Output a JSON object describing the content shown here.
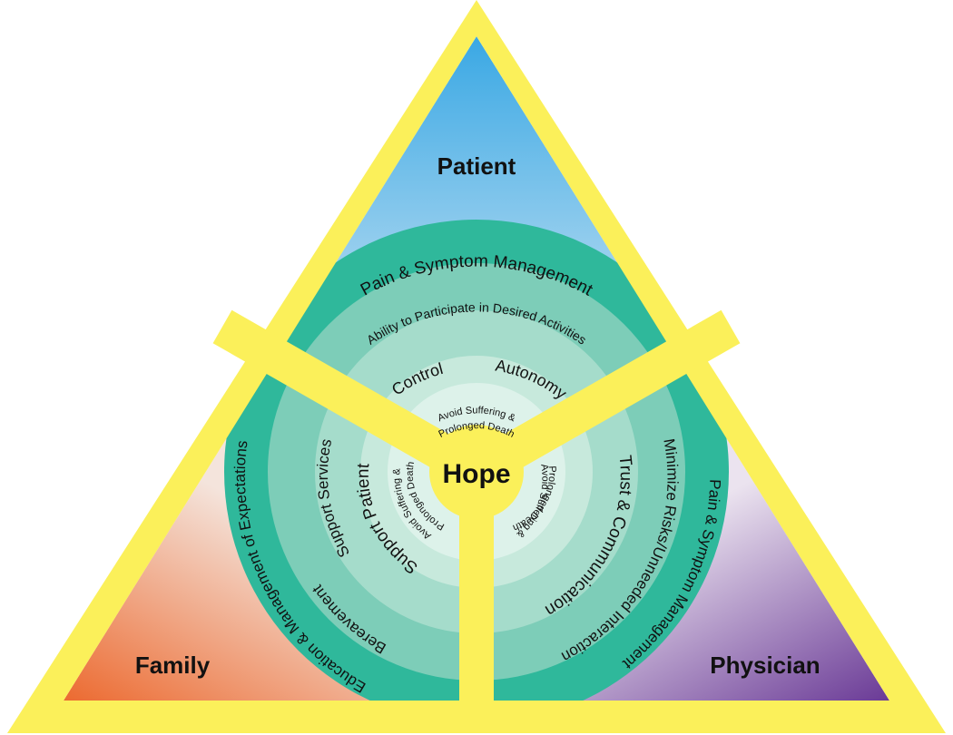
{
  "corners": {
    "top": "Patient",
    "left": "Family",
    "right": "Physician"
  },
  "center": "Hope",
  "sectors": {
    "patient": {
      "rings": [
        "Pain & Symptom Management",
        "Ability to Participate in Desired Activities",
        "Control",
        "Autonomy",
        "Avoid Suffering &",
        "Prolonged Death"
      ]
    },
    "family": {
      "rings": [
        "Education & Management of Expectations",
        "Bereavement",
        "Support Services",
        "Support Patient",
        "Avoid Suffering &",
        "Prolonged Death"
      ]
    },
    "physician": {
      "rings": [
        "Pain & Symptom Management",
        "Minimize Risks/Unneeded Interaction",
        "Trust & Communication",
        "Avoid Suffering &",
        "Prolonged Death"
      ]
    }
  },
  "colors": {
    "frame": "#fbf05a",
    "sky_top": "#3aa8e4",
    "family_corner": "#ec6a30",
    "physician_corner": "#6a3a96",
    "ring_dark": "#2fb89b",
    "ring_mid": "#7dcdb8",
    "ring_light": "#a5dccb",
    "ring_lighter": "#c7e9dc",
    "ring_core": "#ddf2ea"
  }
}
